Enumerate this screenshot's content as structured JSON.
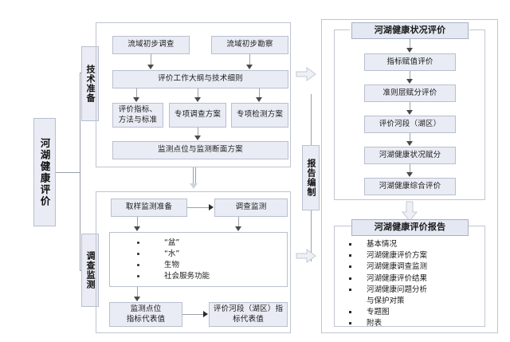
{
  "diagram": {
    "root_label": "河湖健康评价",
    "stages": [
      {
        "key": "tech",
        "label": "技术准备"
      },
      {
        "key": "survey",
        "label": "调查监测"
      },
      {
        "key": "report",
        "label": "报告编制"
      }
    ],
    "tech_prep": {
      "row1": [
        "流域初步调查",
        "流域初步勘察"
      ],
      "row2": "评价工作大纲与技术细则",
      "row3": [
        "评价指标、\n方法与标准",
        "专项调查方案",
        "专项检测方案"
      ],
      "row3_a_line1": "评价指标、",
      "row3_a_line2": "方法与标准",
      "row3_b": "专项调查方案",
      "row3_c": "专项检测方案",
      "row4": "监测点位与监测断面方案"
    },
    "survey_monitor": {
      "row1_a": "取样监测准备",
      "row1_b": "调查监测",
      "bullets": [
        "“盆”",
        "“水”",
        "生物",
        "社会服务功能"
      ],
      "row3_a_line1": "监测点位",
      "row3_a_line2": "指标代表值",
      "row3_b_line1": "评价河段（湖区）指",
      "row3_b_line2": "标代表值"
    },
    "assessment": {
      "title": "河湖健康状况评价",
      "steps": [
        "指标赋值评价",
        "准则层赋分评价",
        "评价河段（湖区）",
        "河湖健康状况赋分",
        "河湖健康综合评价"
      ]
    },
    "report": {
      "title": "河湖健康评价报告",
      "items": [
        {
          "text": "基本情况",
          "cont": false
        },
        {
          "text": "河湖健康评价方案",
          "cont": false
        },
        {
          "text": "河湖健康调查监测",
          "cont": false
        },
        {
          "text": "河湖健康评价结果",
          "cont": false
        },
        {
          "text": "河湖健康问题分析",
          "cont": false
        },
        {
          "text": "与保护对策",
          "cont": true
        },
        {
          "text": "专题图",
          "cont": false
        },
        {
          "text": "附表",
          "cont": false
        }
      ]
    },
    "colors": {
      "box_fill": "#e9ecf4",
      "box_border": "#b9bfcf",
      "frame_border": "#c2c6d2",
      "arrow": "#3c3c3c",
      "block_arrow_fill": "#eef0f6",
      "block_arrow_stroke": "#c3c8d6"
    }
  }
}
